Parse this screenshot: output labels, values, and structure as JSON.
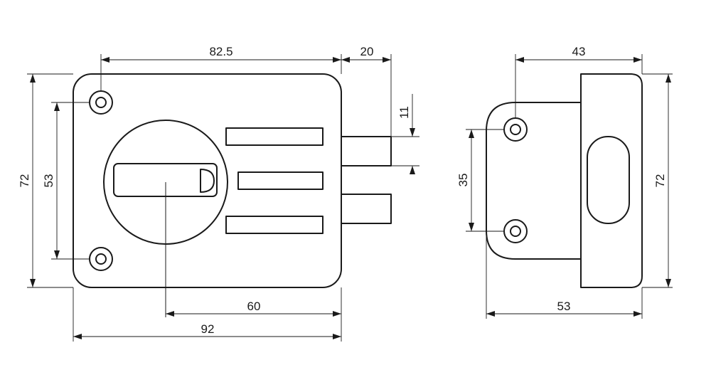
{
  "front_view": {
    "dimensions": {
      "width_top": "82.5",
      "bolt_projection": "20",
      "bolt_height": "11",
      "height_overall": "72",
      "mount_hole_spacing": "53",
      "backset": "60",
      "width_overall": "92"
    }
  },
  "side_view": {
    "dimensions": {
      "depth_top": "43",
      "mount_hole_spacing": "35",
      "height_overall": "72",
      "depth_overall": "53"
    }
  },
  "colors": {
    "line": "#1a1a1a",
    "background": "#ffffff"
  }
}
